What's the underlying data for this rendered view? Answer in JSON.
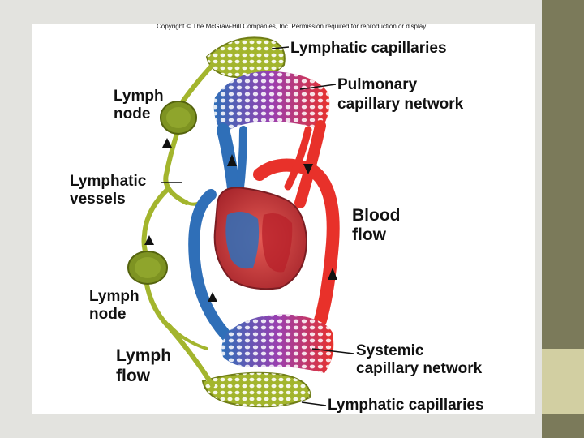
{
  "copyright": "Copyright © The McGraw-Hill Companies, Inc. Permission required for reproduction or display.",
  "labels": {
    "lymphatic_capillaries_top": "Lymphatic capillaries",
    "pulmonary_line1": "Pulmonary",
    "pulmonary_line2": "capillary network",
    "lymph_node_top_line1": "Lymph",
    "lymph_node_top_line2": "node",
    "lymphatic_vessels_line1": "Lymphatic",
    "lymphatic_vessels_line2": "vessels",
    "blood_flow_line1": "Blood",
    "blood_flow_line2": "flow",
    "lymph_node_bottom_line1": "Lymph",
    "lymph_node_bottom_line2": "node",
    "lymph_flow_line1": "Lymph",
    "lymph_flow_line2": "flow",
    "systemic_line1": "Systemic",
    "systemic_line2": "capillary network",
    "lymphatic_capillaries_bottom": "Lymphatic capillaries"
  },
  "colors": {
    "oxygenated": "#e8312a",
    "deoxygenated": "#2f6fb8",
    "capillary_mix": "#9a3fb0",
    "lymph": "#a3b52d",
    "lymph_node": "#7e9322",
    "heart_wall": "#c8393f",
    "sidebar": "#7b7a5a",
    "sidebar_accent": "#d2cfa2"
  },
  "icons": [
    "lymph-node-icon",
    "heart-icon",
    "flow-arrow-icon"
  ]
}
